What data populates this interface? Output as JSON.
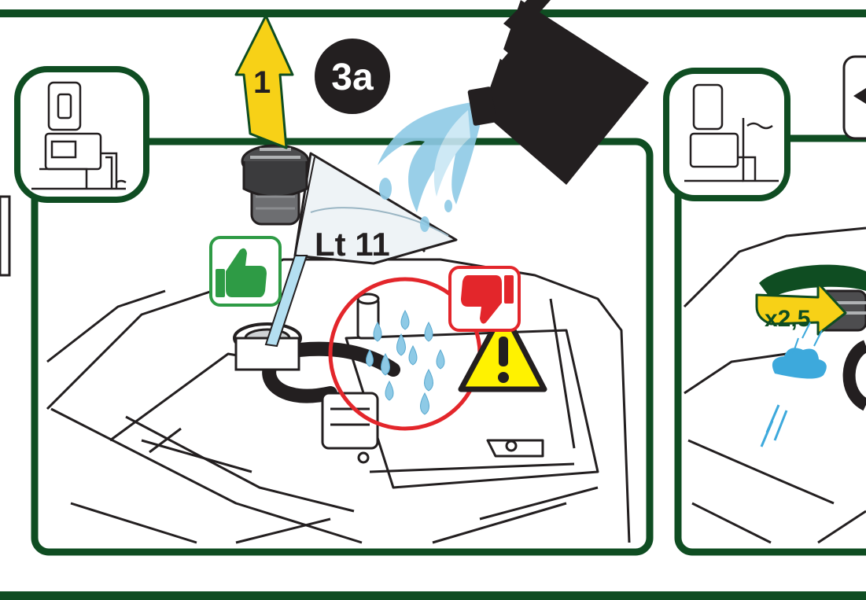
{
  "colors": {
    "frame_green": "#0f4d22",
    "arrow_yellow": "#f7d117",
    "badge_black": "#231f20",
    "water_blue": "#8ecae6",
    "bad_red": "#e3262b",
    "good_green": "#2e9b45",
    "warn_yellow": "#fff200"
  },
  "step": {
    "arrow_label": "1",
    "badge_label": "3a",
    "funnel_label": "Lt 11"
  },
  "next_step": {
    "rotation_label": "x2,5"
  },
  "icons": [
    "thumbs-up-icon",
    "thumbs-down-icon",
    "warning-icon",
    "water-can-icon",
    "funnel-icon",
    "plug-cap-icon",
    "pump-installation-icon",
    "rotate-arrow-icon",
    "water-drops-icon"
  ]
}
